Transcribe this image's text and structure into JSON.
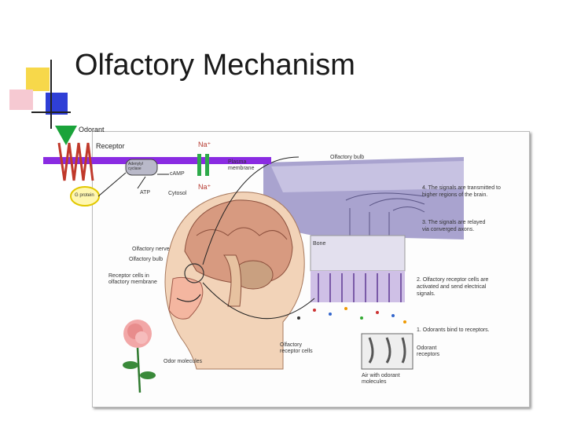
{
  "slide": {
    "title": "Olfactory Mechanism"
  },
  "inset": {
    "odorant": "Odorant",
    "receptor": "Receptor",
    "na_out": "Na⁺",
    "na_in": "Na⁺",
    "plasma_membrane": "Plasma membrane",
    "adenylyl_cyclase": "Adenylyl cyclase",
    "camp": "cAMP",
    "atp": "ATP",
    "g_protein": "G protein",
    "cytosol": "Cytosol"
  },
  "figure": {
    "olfactory_bulb_top": "Olfactory bulb",
    "bone": "Bone",
    "olfactory_nerve": "Olfactory nerve",
    "olfactory_bulb": "Olfactory bulb",
    "receptor_cells_membrane": "Receptor cells in olfactory membrane",
    "odor_molecules": "Odor molecules",
    "olfactory_receptor_cells": "Olfactory receptor cells",
    "odorant_receptors": "Odorant receptors",
    "air_with_odorant": "Air with odorant molecules",
    "steps": {
      "s4": "4. The signals are transmitted to higher regions of the brain.",
      "s3": "3. The signals are relayed via converged axons.",
      "s2": "2. Olfactory receptor cells are activated and send electrical signals.",
      "s1": "1. Odorants bind to receptors."
    }
  },
  "colors": {
    "membrane": "#8a2be2",
    "receptor": "#c0392b",
    "channel": "#2eaa4a",
    "bulb": "#6a5fa0"
  }
}
